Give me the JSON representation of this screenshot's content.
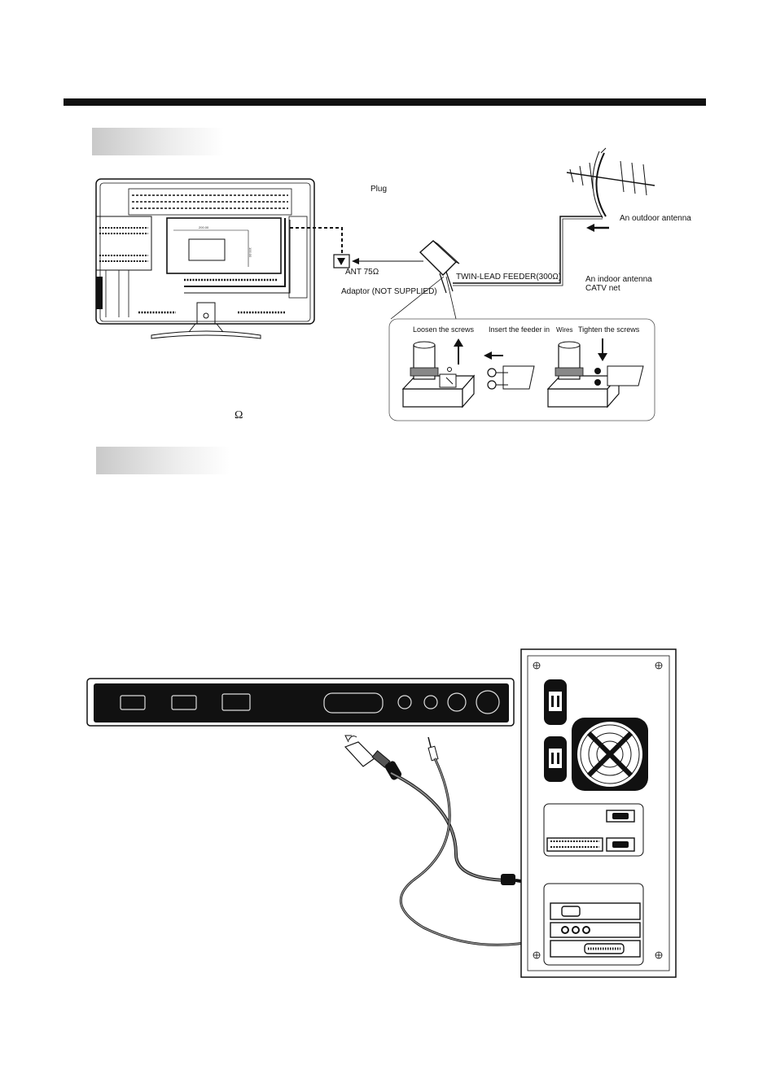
{
  "antenna_diagram": {
    "plug_label": "Plug",
    "outdoor_antenna_label": "An outdoor antenna",
    "ant_port_label": "ANT 75Ω",
    "adaptor_label": "Adaptor  (NOT SUPPLIED)",
    "twin_lead_label": "TWIN-LEAD FEEDER(300Ω)",
    "indoor_antenna_label": "An indoor antenna",
    "catv_label": "CATV net",
    "step_loosen": "Loosen the screws",
    "step_insert": "Insert the feeder in",
    "step_insert_wires": "Wires",
    "step_tighten": "Tighten the screws",
    "omega_symbol": "Ω",
    "tv_dim_h": "200.00",
    "tv_dim_v": "100.00"
  }
}
